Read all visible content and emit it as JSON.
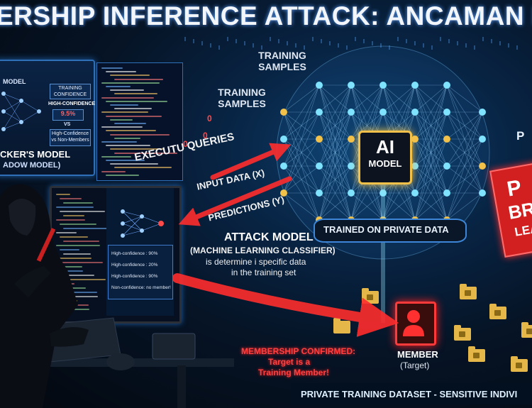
{
  "title": "ERSHIP INFERENCE ATTACK: ANCAMAN PRIVASI P",
  "shadow_model": {
    "top_label": "MODEL",
    "box_training_confidence": "TRAINING CONFIDENCE",
    "high_confidence_label": "HIGH-CONFIDENCE",
    "percent": "9.5%",
    "vs": "VS",
    "box_comparison": "High-Confidence vs Non-Members",
    "name_line1": "CKER'S MODEL",
    "name_line2": "ADOW MODEL)",
    "digits": [
      "0",
      "0",
      "0"
    ]
  },
  "labels": {
    "training_samples_1": "TRAINING SAMPLES",
    "training_samples_2": "TRAINING SAMPLES",
    "execute_queries": "EXECUTU QUERIES",
    "input_data": "INPUT DATA (X)",
    "predictions": "PREDICTIONS (Y)",
    "ai_chip_ai": "AI",
    "ai_chip_model": "MODEL",
    "trained_on": "TRAINED ON PRIVATE DATA",
    "attack_model_title": "ATTACK MODEL",
    "attack_model_sub": "(MACHINE LEARNING CLASSIFIER)",
    "attack_model_desc1": "is determine i specific data",
    "attack_model_desc2": "in the training set",
    "membership_confirmed_1": "MEMBERSHIP CONFIRMED:",
    "membership_confirmed_2": "Target is a",
    "membership_confirmed_3": "Training Member!",
    "member": "MEMBER",
    "member_sub": "(Target)",
    "breach_1": "P",
    "breach_2": "BR",
    "breach_3": "LEA",
    "right_p": "P",
    "footer": "PRIVATE TRAINING DATASET - SENSITIVE INDIVI"
  },
  "readout": [
    "High-confidence : 90%",
    "High-confidence : 20%",
    "High-confidence : 90%",
    "Non-confidence: no member!"
  ],
  "colors": {
    "accent_red": "#ff2d2d",
    "accent_gold": "#f2c14a",
    "accent_blue": "#3d85d6",
    "node_cyan": "#7fe3ff"
  }
}
